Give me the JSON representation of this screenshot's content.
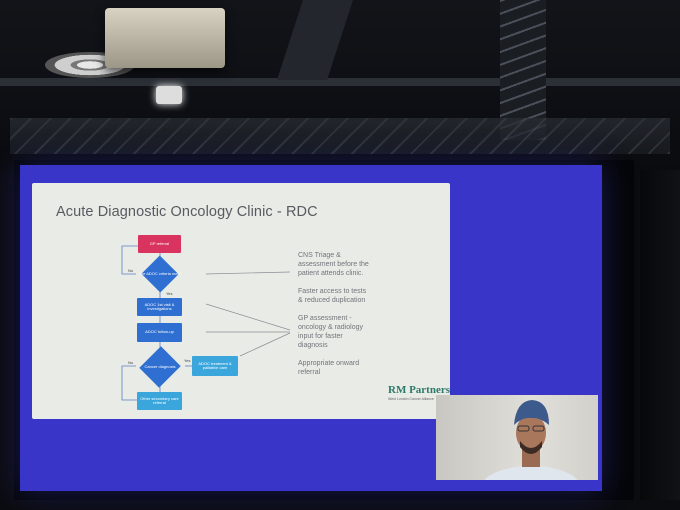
{
  "slide": {
    "title": "Acute Diagnostic Oncology Clinic - RDC",
    "flow": {
      "gp_referral": "GP referral",
      "criteria_met": "Are ADOC criteria met?",
      "investigations": "ADOC 1st visit & investigations",
      "follow_up": "ADOC follow-up",
      "cancer_diagnosis": "Cancer diagnosis",
      "treatment": "ADOC treatment & palliative care",
      "other_referral": "Other secondary care referral",
      "yes_label": "Yes",
      "no_label": "No"
    },
    "notes": [
      {
        "lines": [
          "CNS Triage &",
          "assessment before the",
          "patient attends clinic."
        ]
      },
      {
        "lines": [
          "Faster access to tests",
          "& reduced duplication"
        ]
      },
      {
        "lines": [
          "GP assessment -",
          "oncology & radiology",
          "input for faster",
          "diagnosis"
        ]
      },
      {
        "lines": [
          "Appropriate onward",
          "referral"
        ]
      }
    ],
    "logo": {
      "name": "RM Partners",
      "subtitle": "West London Cancer Alliance"
    }
  },
  "colors": {
    "screen": "#3a35c9",
    "slide_bg": "#e9ebe6",
    "gp_box": "#d9345f",
    "flow_blue": "#2f6fd1",
    "light_blue": "#3aa6dc"
  }
}
